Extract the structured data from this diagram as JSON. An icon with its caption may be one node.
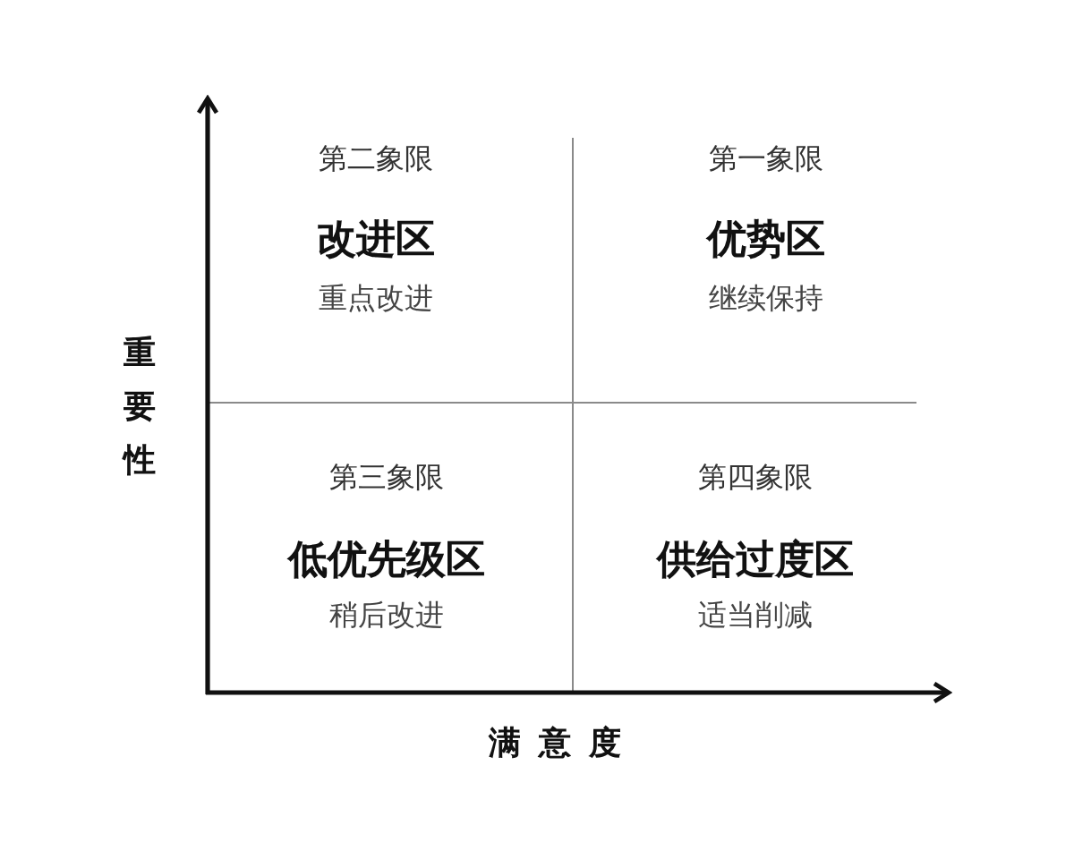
{
  "diagram": {
    "nodes": [
      {
        "text": [
          "第二象限",
          "改进区",
          "重点改进"
        ]
      },
      {
        "text": [
          "第一象限",
          "优势区",
          "继续保持"
        ]
      },
      {
        "text": [
          "第三象限",
          "低优先级区",
          "稍后改进"
        ]
      },
      {
        "text": [
          "第四象限",
          "供给过度区",
          "适当削减"
        ]
      }
    ],
    "labels": [
      "重要性",
      "满意度"
    ]
  }
}
